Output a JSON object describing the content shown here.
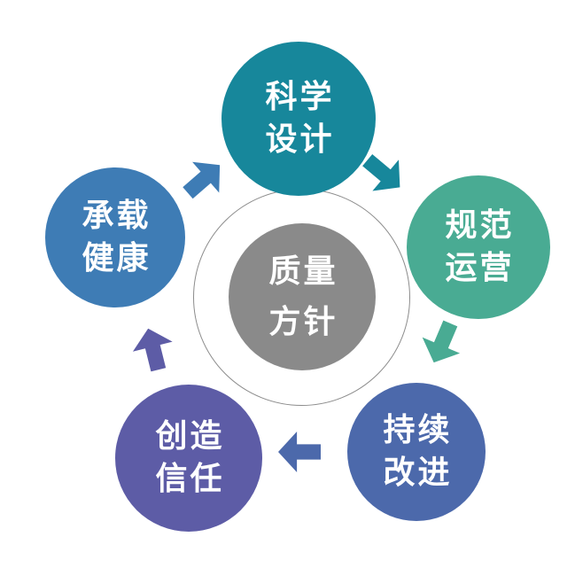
{
  "diagram": {
    "type": "cycle",
    "background": "#FFFFFF",
    "center": {
      "label_line1": "质量",
      "label_line2": "方针",
      "fill": "#8A8A8A",
      "ring_color": "#8C8C8C",
      "text_color": "#FFFFFF"
    },
    "nodes": [
      {
        "position": "top",
        "label_line1": "科学",
        "label_line2": "设计",
        "fill": "#17879B"
      },
      {
        "position": "right",
        "label_line1": "规范",
        "label_line2": "运营",
        "fill": "#49AB93"
      },
      {
        "position": "bottom-right",
        "label_line1": "持续",
        "label_line2": "改进",
        "fill": "#4C69AB"
      },
      {
        "position": "bottom-left",
        "label_line1": "创造",
        "label_line2": "信任",
        "fill": "#5D5CA6"
      },
      {
        "position": "left",
        "label_line1": "承载",
        "label_line2": "健康",
        "fill": "#3E7CB5"
      }
    ],
    "arrows": [
      {
        "from": "top",
        "to": "right",
        "direction": "down-right",
        "fill": "#17879B"
      },
      {
        "from": "right",
        "to": "bottom-right",
        "direction": "down-left",
        "fill": "#49AB93"
      },
      {
        "from": "bottom-right",
        "to": "bottom-left",
        "direction": "left",
        "fill": "#4C69AB"
      },
      {
        "from": "bottom-left",
        "to": "left",
        "direction": "up",
        "fill": "#5D5CA6"
      },
      {
        "from": "left",
        "to": "top",
        "direction": "up-right",
        "fill": "#3E7CB5"
      }
    ]
  }
}
